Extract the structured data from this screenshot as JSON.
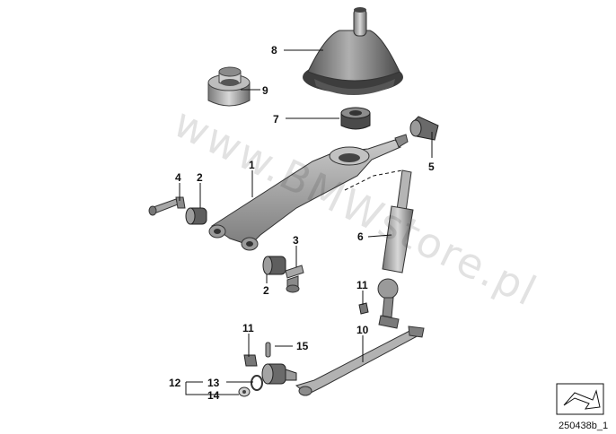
{
  "diagram": {
    "watermark": "www.BMWstore.pl",
    "reference": "250438b_1",
    "labels": {
      "p1": "1",
      "p2a": "2",
      "p2b": "2",
      "p3": "3",
      "p4": "4",
      "p5": "5",
      "p6": "6",
      "p7": "7",
      "p8": "8",
      "p9": "9",
      "p10": "10",
      "p11a": "11",
      "p11b": "11",
      "p12": "12",
      "p13": "13",
      "p14": "14",
      "p15": "15"
    },
    "colors": {
      "part_dark": "#6f6f6f",
      "part_mid": "#a3a3a3",
      "part_light": "#d6d6d6",
      "ink": "#111111"
    },
    "icons": [
      "orientation-arrow-icon"
    ]
  }
}
